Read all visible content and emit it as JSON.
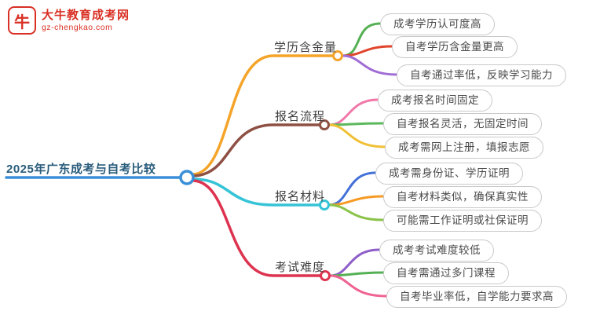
{
  "logo": {
    "brand": "大牛教育成考网",
    "domain": "gz-chengkao.com",
    "icon_glyph": "牛",
    "color": "#d93025"
  },
  "root": {
    "label": "2025年广东成考与自考比较",
    "line_color": "#3a8fd9",
    "text_color": "#2a5d7c"
  },
  "branches": [
    {
      "label": "学历含金量",
      "color": "#f5a42a",
      "children": [
        {
          "label": "成考学历认可度高",
          "color": "#55b054"
        },
        {
          "label": "自考学历含金量更高",
          "color": "#e0452e"
        },
        {
          "label": "自考通过率低，反映学习能力",
          "color": "#a06cd5"
        }
      ]
    },
    {
      "label": "报名流程",
      "color": "#8d5043",
      "children": [
        {
          "label": "成考报名时间固定",
          "color": "#f178a8"
        },
        {
          "label": "自考报名灵活，无固定时间",
          "color": "#5cb85c"
        },
        {
          "label": "成考需网上注册，填报志愿",
          "color": "#f0c137"
        }
      ]
    },
    {
      "label": "报名材料",
      "color": "#35c4d7",
      "children": [
        {
          "label": "成考需身份证、学历证明",
          "color": "#4472d9"
        },
        {
          "label": "自考材料类似，确保真实性",
          "color": "#f59b25"
        },
        {
          "label": "可能需工作证明或社保证明",
          "color": "#8bc34a"
        }
      ]
    },
    {
      "label": "考试难度",
      "color": "#dd3350",
      "children": [
        {
          "label": "成考考试难度较低",
          "color": "#8e5ec9"
        },
        {
          "label": "自考需通过多门课程",
          "color": "#55b054"
        },
        {
          "label": "自考毕业率低，自学能力要求高",
          "color": "#f06292"
        }
      ]
    }
  ]
}
